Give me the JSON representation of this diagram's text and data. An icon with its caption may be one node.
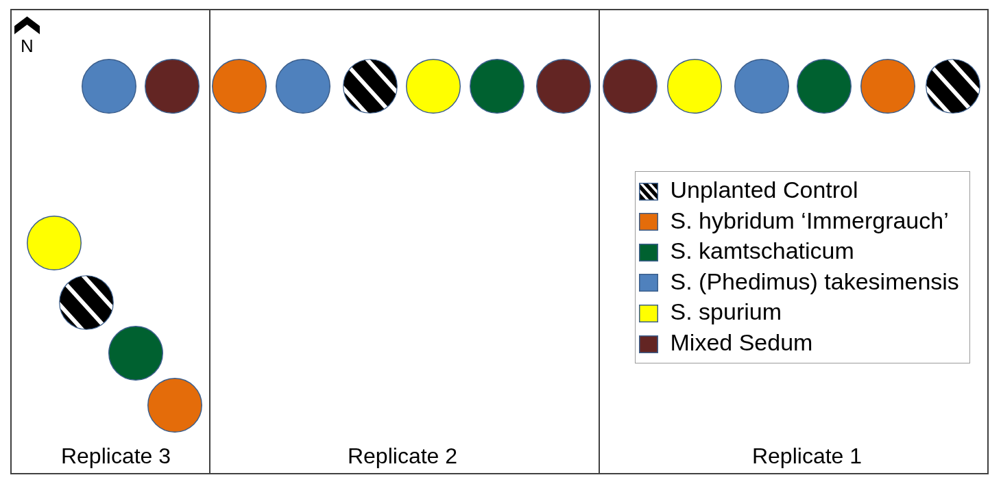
{
  "diagram": {
    "nodes": [
      {
        "text": [
          "Replicate 3"
        ]
      },
      {
        "text": [],
        "shape": "circle",
        "in": 0
      },
      {
        "text": [],
        "shape": "circle",
        "in": 0
      },
      {
        "text": [],
        "shape": "circle",
        "in": 0
      },
      {
        "text": [],
        "shape": "circle",
        "in": 0
      },
      {
        "text": [],
        "shape": "circle",
        "in": 0
      },
      {
        "text": [],
        "shape": "circle",
        "in": 0
      },
      {
        "text": [
          "Replicate 2"
        ]
      },
      {
        "text": [],
        "shape": "circle",
        "in": 7
      },
      {
        "text": [],
        "shape": "circle",
        "in": 7
      },
      {
        "text": [],
        "shape": "circle",
        "in": 7
      },
      {
        "text": [],
        "shape": "circle",
        "in": 7
      },
      {
        "text": [],
        "shape": "circle",
        "in": 7
      },
      {
        "text": [],
        "shape": "circle",
        "in": 7
      },
      {
        "text": [
          "Replicate 1"
        ]
      },
      {
        "text": [],
        "shape": "circle",
        "in": 14
      },
      {
        "text": [],
        "shape": "circle",
        "in": 14
      },
      {
        "text": [],
        "shape": "circle",
        "in": 14
      },
      {
        "text": [],
        "shape": "circle",
        "in": 14
      },
      {
        "text": [],
        "shape": "circle",
        "in": 14
      },
      {
        "text": [],
        "shape": "circle",
        "in": 14
      }
    ],
    "labels": [
      "N"
    ],
    "legend": [
      {
        "text": "Unplanted Control"
      },
      {
        "text": "S. hybridum ‘Immergrauch’",
        "color": "#e46c0a"
      },
      {
        "text": "S. kamtschaticum",
        "color": "#006130"
      },
      {
        "text": "S. (Phedimus) takesimensis",
        "color": "#4f81bd"
      },
      {
        "text": "S. spurium",
        "color": "#ffff00"
      },
      {
        "text": "Mixed Sedum",
        "color": "#632523"
      }
    ]
  }
}
